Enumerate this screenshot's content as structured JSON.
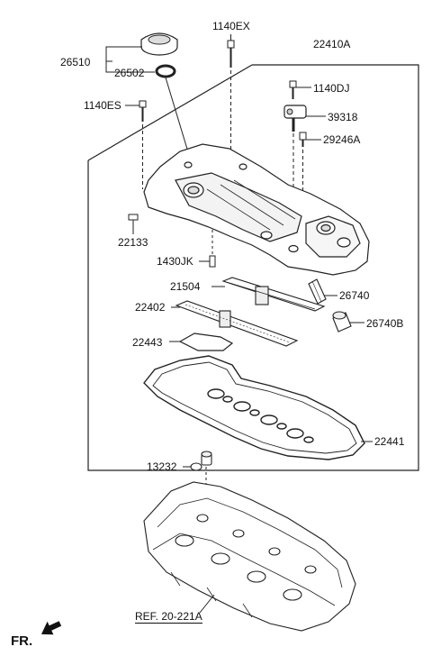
{
  "labels": {
    "p1140EX": "1140EX",
    "p22410A": "22410A",
    "p26510": "26510",
    "p26502": "26502",
    "p1140DJ": "1140DJ",
    "p1140ES": "1140ES",
    "p39318": "39318",
    "p29246A": "29246A",
    "p22133": "22133",
    "p1430JK": "1430JK",
    "p21504": "21504",
    "p26740": "26740",
    "p22402": "22402",
    "p26740B": "26740B",
    "p22443": "22443",
    "p22441": "22441",
    "p13232": "13232",
    "ref": "REF. 20-221A",
    "fr": "FR."
  }
}
